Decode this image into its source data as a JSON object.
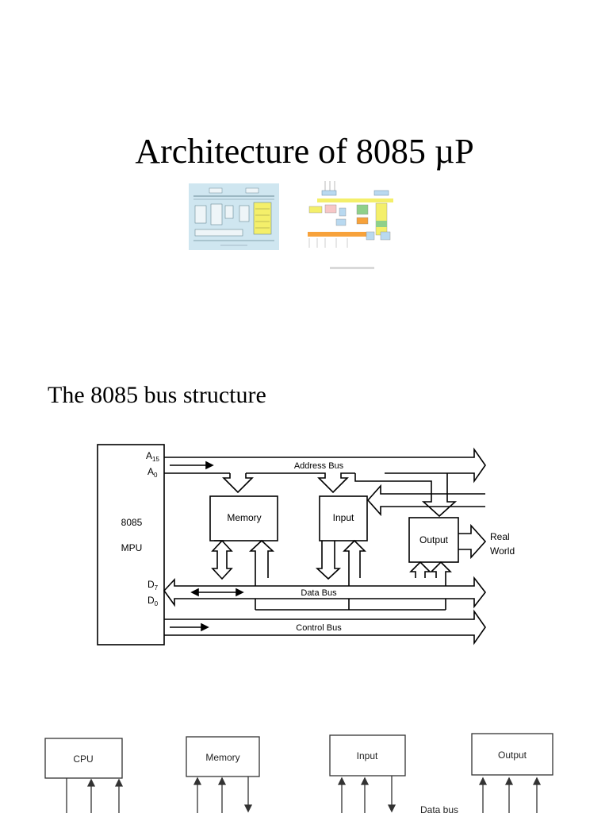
{
  "slide": {
    "title": "Architecture of 8085 µP",
    "section_heading": "The 8085 bus structure"
  },
  "bus_diagram": {
    "mpu_label_top": "8085",
    "mpu_label_bottom": "MPU",
    "pin_a15": "A",
    "pin_a15_sub": "15",
    "pin_a0": "A",
    "pin_a0_sub": "0",
    "pin_d7": "D",
    "pin_d7_sub": "7",
    "pin_d0": "D",
    "pin_d0_sub": "0",
    "memory": "Memory",
    "input": "Input",
    "output": "Output",
    "address_bus": "Address Bus",
    "data_bus": "Data Bus",
    "control_bus": "Control Bus",
    "real": "Real",
    "world": "World"
  },
  "lower_diagram": {
    "cpu": "CPU",
    "memory": "Memory",
    "input": "Input",
    "output": "Output",
    "data_bus": "Data bus"
  },
  "colors": {
    "thumb_blue_bg": "#cfe6f0",
    "thumb_yellow": "#f4ef6a",
    "thumb_orange": "#f7a23b",
    "thumb_green": "#8fd08a"
  }
}
